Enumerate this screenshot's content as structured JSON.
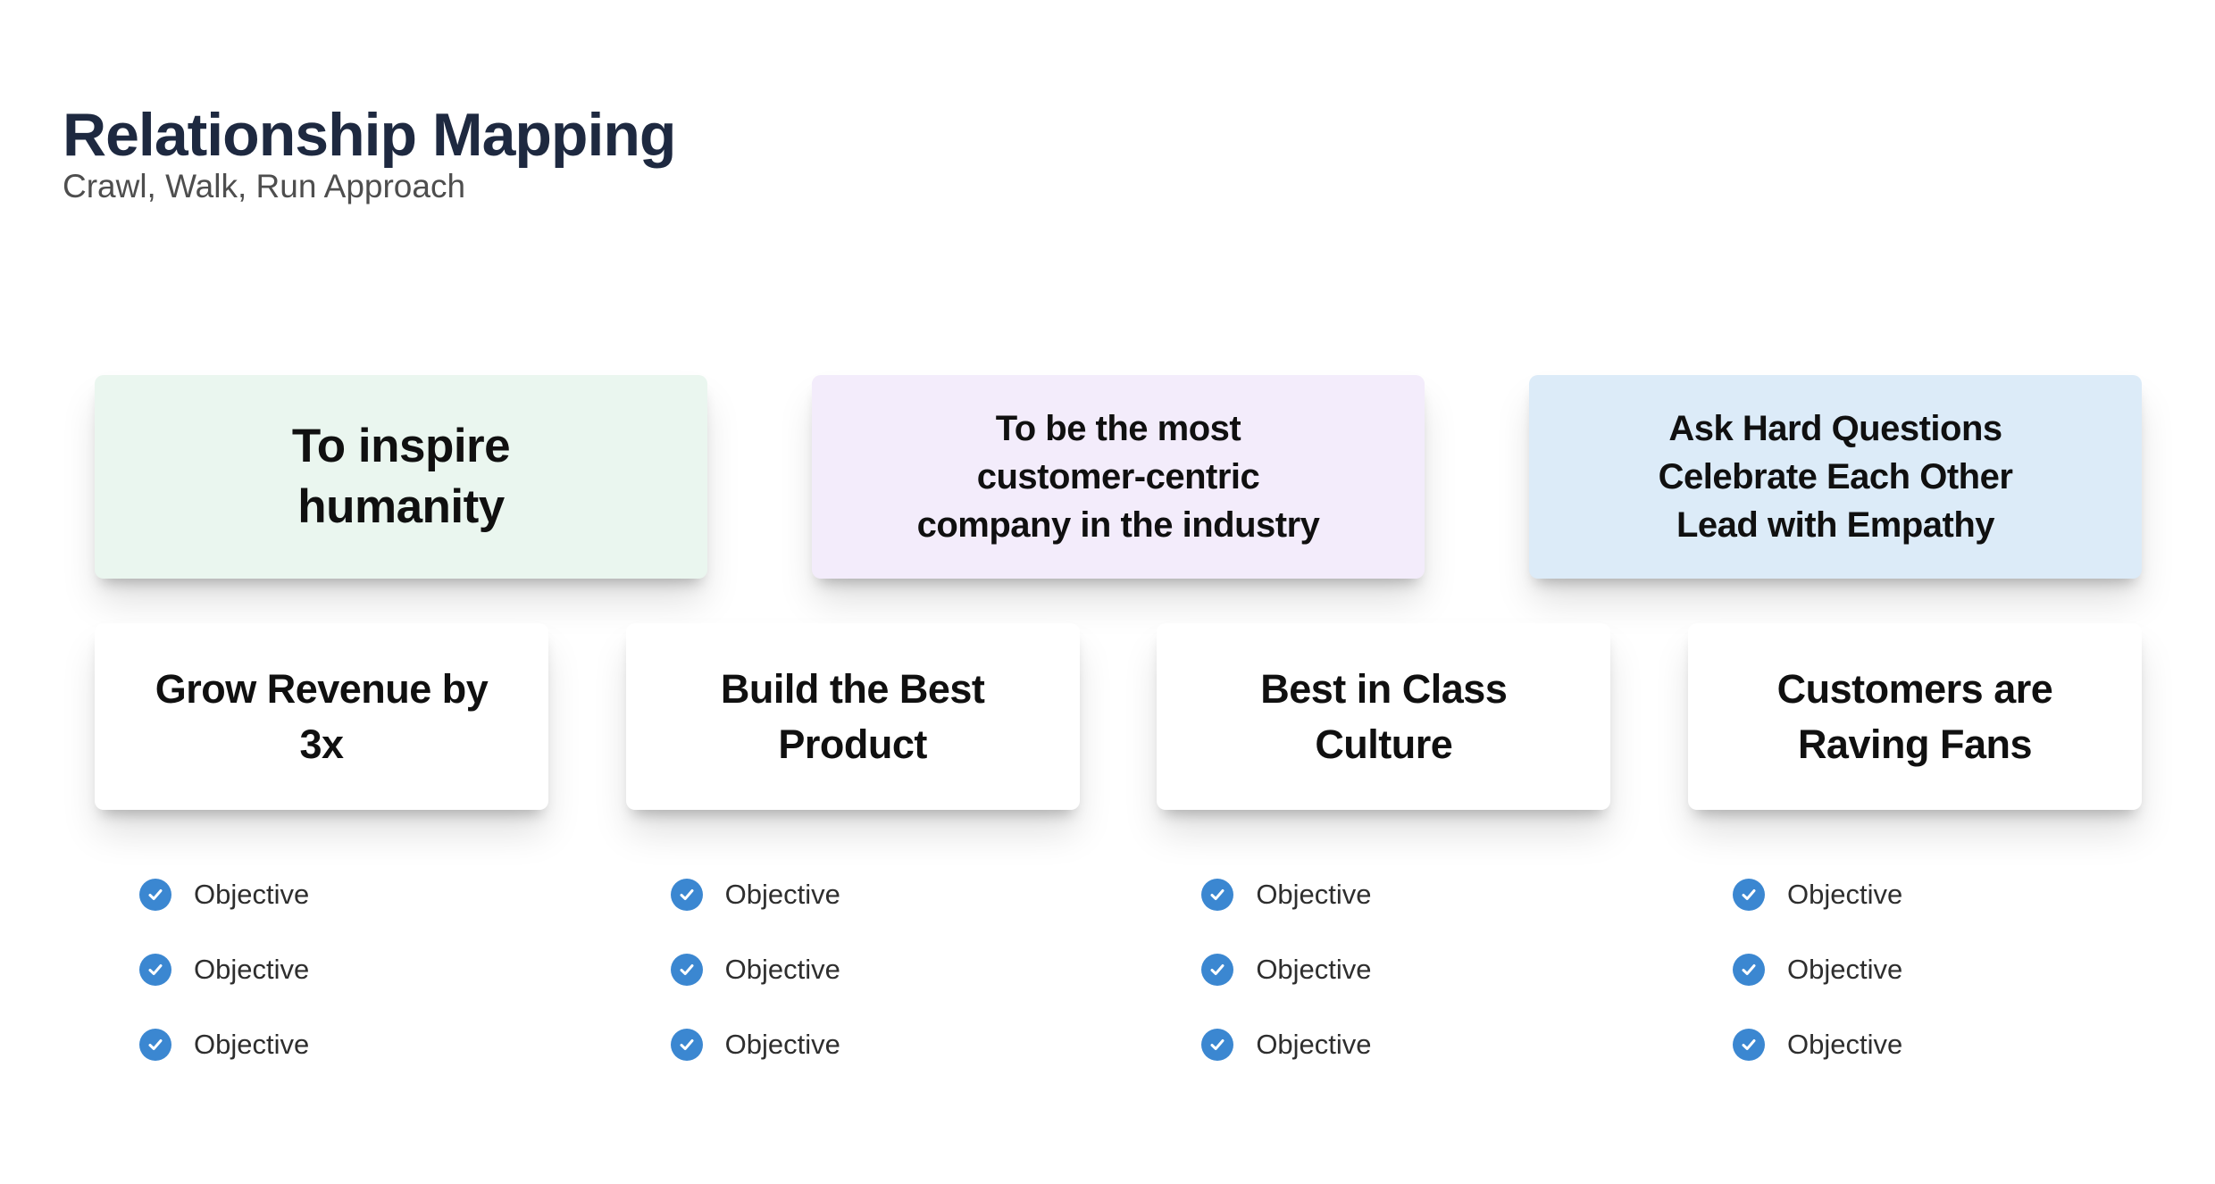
{
  "header": {
    "title": "Relationship Mapping",
    "subtitle": "Crawl, Walk, Run Approach"
  },
  "vision_cards": [
    {
      "id": "mission",
      "lines": [
        "To inspire",
        "humanity"
      ],
      "bg_color": "#eaf6ef"
    },
    {
      "id": "vision",
      "lines": [
        "To be the most",
        "customer-centric",
        "company in the industry"
      ],
      "bg_color": "#f3ecfb"
    },
    {
      "id": "values",
      "lines": [
        "Ask Hard Questions",
        "Celebrate Each Other",
        "Lead with Empathy"
      ],
      "bg_color": "#dcebf8"
    }
  ],
  "pillars": [
    {
      "title_lines": [
        "Grow Revenue by",
        "3x"
      ],
      "objectives": [
        "Objective",
        "Objective",
        "Objective"
      ]
    },
    {
      "title_lines": [
        "Build the Best",
        "Product"
      ],
      "objectives": [
        "Objective",
        "Objective",
        "Objective"
      ]
    },
    {
      "title_lines": [
        "Best in Class",
        "Culture"
      ],
      "objectives": [
        "Objective",
        "Objective",
        "Objective"
      ]
    },
    {
      "title_lines": [
        "Customers are",
        "Raving Fans"
      ],
      "objectives": [
        "Objective",
        "Objective",
        "Objective"
      ]
    }
  ],
  "colors": {
    "title_text": "#1e2940",
    "subtitle_text": "#4e4e4e",
    "card_text": "#101010",
    "mission_bg": "#eaf6ef",
    "vision_bg": "#f3ecfb",
    "values_bg": "#dcebf8",
    "objective_check_blue": "#3b87d1",
    "objective_text": "#2e2e2e"
  }
}
